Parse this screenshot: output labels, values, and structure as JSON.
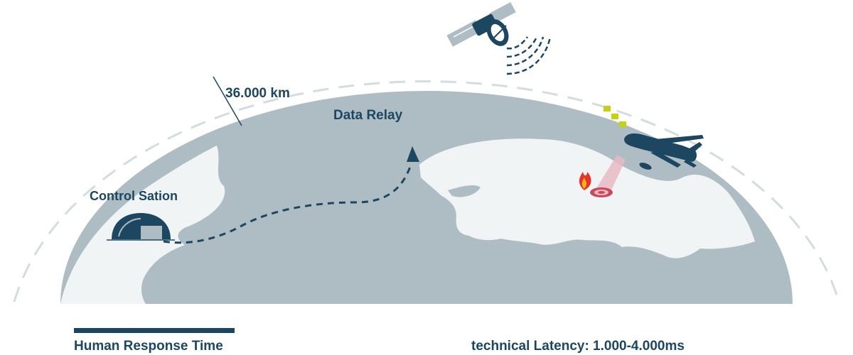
{
  "labels": {
    "distance": "36.000 km",
    "data_relay": "Data Relay",
    "control_station": "Control Sation",
    "human_response": "Human Response Time",
    "latency": "technical Latency: 1.000-4.000ms"
  },
  "colors": {
    "ocean": "#aebdc4",
    "land": "#f1f4f5",
    "navy": "#1d4660",
    "orbit": "#d3dce0",
    "marker": "#c7d20d",
    "beam": "#e7b9c3",
    "target": "#c9485c",
    "fire_outer": "#e5352b",
    "fire_inner": "#f9b21a"
  },
  "icons": {
    "satellite": "satellite-icon",
    "drone": "drone-icon",
    "hangar": "hangar-icon",
    "antenna": "antenna-icon",
    "fire": "fire-icon",
    "target": "target-icon"
  }
}
